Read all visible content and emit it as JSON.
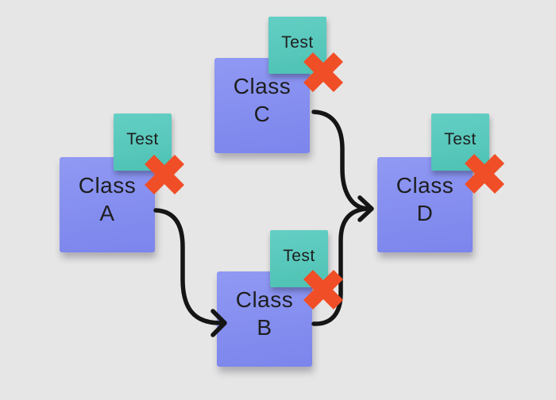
{
  "diagram": {
    "type": "dependency-graph"
  },
  "nodes": [
    {
      "id": "class-a",
      "label_line1": "Class",
      "label_line2": "A",
      "test_label": "Test",
      "crossed_out": true
    },
    {
      "id": "class-b",
      "label_line1": "Class",
      "label_line2": "B",
      "test_label": "Test",
      "crossed_out": true
    },
    {
      "id": "class-c",
      "label_line1": "Class",
      "label_line2": "C",
      "test_label": "Test",
      "crossed_out": true
    },
    {
      "id": "class-d",
      "label_line1": "Class",
      "label_line2": "D",
      "test_label": "Test",
      "crossed_out": true
    }
  ],
  "edges": [
    {
      "from": "class-a",
      "to": "class-b"
    },
    {
      "from": "class-c",
      "to": "class-d"
    },
    {
      "from": "class-b",
      "to": "class-d"
    }
  ],
  "colors": {
    "background": "#e7e6e6",
    "note_blue_light": "#9099f3",
    "note_blue_dark": "#7b85ec",
    "note_teal_light": "#64cfc4",
    "note_teal_dark": "#4ec2b4",
    "cross_red": "#f04e27",
    "arrow": "#151515",
    "text": "#1e1e1e"
  }
}
